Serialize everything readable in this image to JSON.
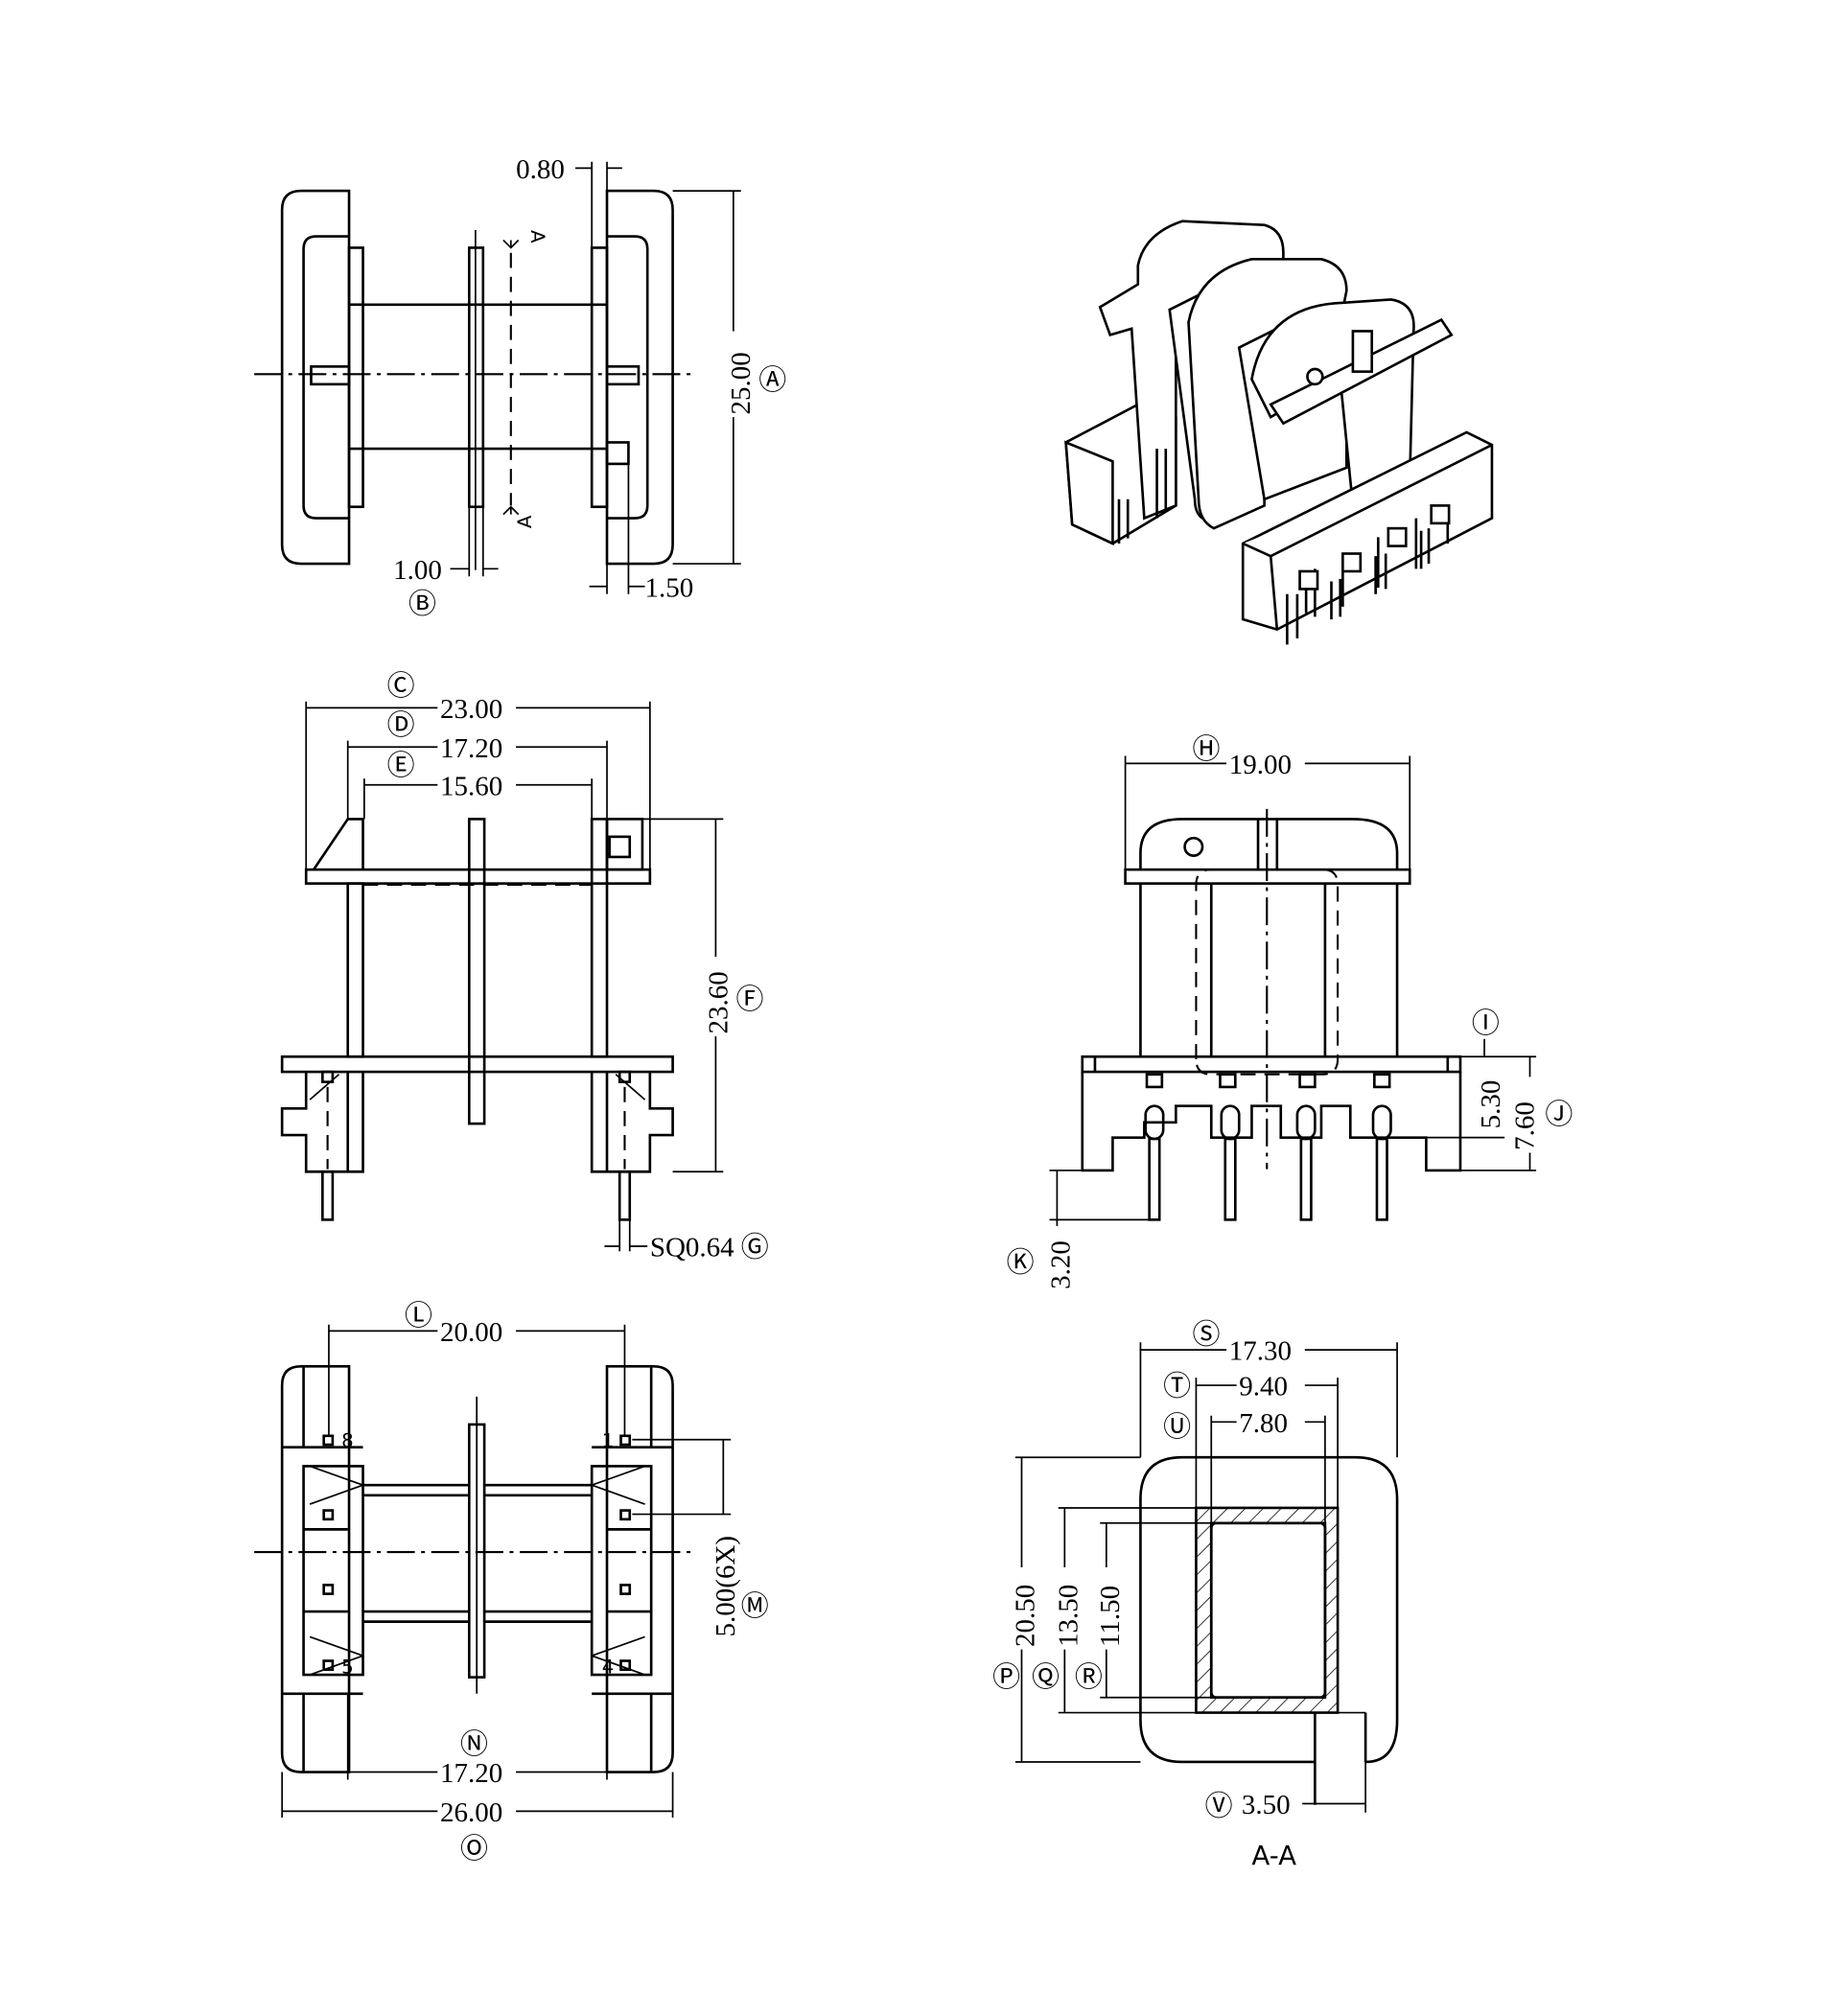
{
  "top_view": {
    "dim_080": "0.80",
    "dim_2500": "25.00",
    "ref_a": "Ⓐ",
    "dim_100": "1.00",
    "ref_b": "Ⓑ",
    "dim_150": "1.50",
    "section_mark": "A"
  },
  "front_view": {
    "ref_c": "Ⓒ",
    "dim_2300": "23.00",
    "ref_d": "Ⓓ",
    "dim_1720": "17.20",
    "ref_e": "Ⓔ",
    "dim_1560": "15.60",
    "dim_2360": "23.60",
    "ref_f": "Ⓕ",
    "dim_sq064": "SQ0.64",
    "ref_g": "Ⓖ"
  },
  "side_view": {
    "ref_h": "Ⓗ",
    "dim_1900": "19.00",
    "ref_i": "Ⓘ",
    "dim_530": "5.30",
    "dim_760": "7.60",
    "ref_j": "Ⓙ",
    "ref_k": "Ⓚ",
    "dim_320": "3.20"
  },
  "bottom_view": {
    "ref_l": "Ⓛ",
    "dim_2000": "20.00",
    "pin_8": "8",
    "pin_1": "1",
    "pin_5": "5",
    "pin_4": "4",
    "dim_500": "5.00(6X)",
    "ref_m": "Ⓜ",
    "ref_n": "Ⓝ",
    "dim_1720": "17.20",
    "dim_2600": "26.00",
    "ref_o": "Ⓞ"
  },
  "section_view": {
    "ref_s": "Ⓢ",
    "dim_1730": "17.30",
    "ref_t": "Ⓣ",
    "dim_940": "9.40",
    "ref_u": "Ⓤ",
    "dim_780": "7.80",
    "dim_2050": "20.50",
    "ref_p": "Ⓟ",
    "dim_1350": "13.50",
    "ref_q": "Ⓠ",
    "dim_1150": "11.50",
    "ref_r": "Ⓡ",
    "ref_v": "Ⓥ",
    "dim_350": "3.50",
    "title": "A-A"
  }
}
